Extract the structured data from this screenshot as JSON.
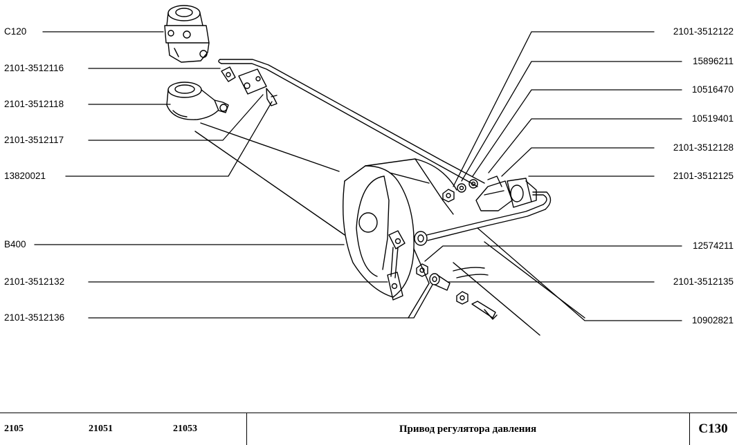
{
  "labels_left": [
    "C120",
    "2101-3512116",
    "2101-3512118",
    "2101-3512117",
    "13820021",
    "B400",
    "2101-3512132",
    "2101-3512136"
  ],
  "labels_right": [
    "2101-3512122",
    "15896211",
    "10516470",
    "10519401",
    "2101-3512128",
    "2101-3512125",
    "12574211",
    "2101-3512135",
    "10902821"
  ],
  "footer": {
    "models": [
      "2105",
      "21051",
      "21053"
    ],
    "title": "Привод регулятора давления",
    "code": "C130"
  }
}
